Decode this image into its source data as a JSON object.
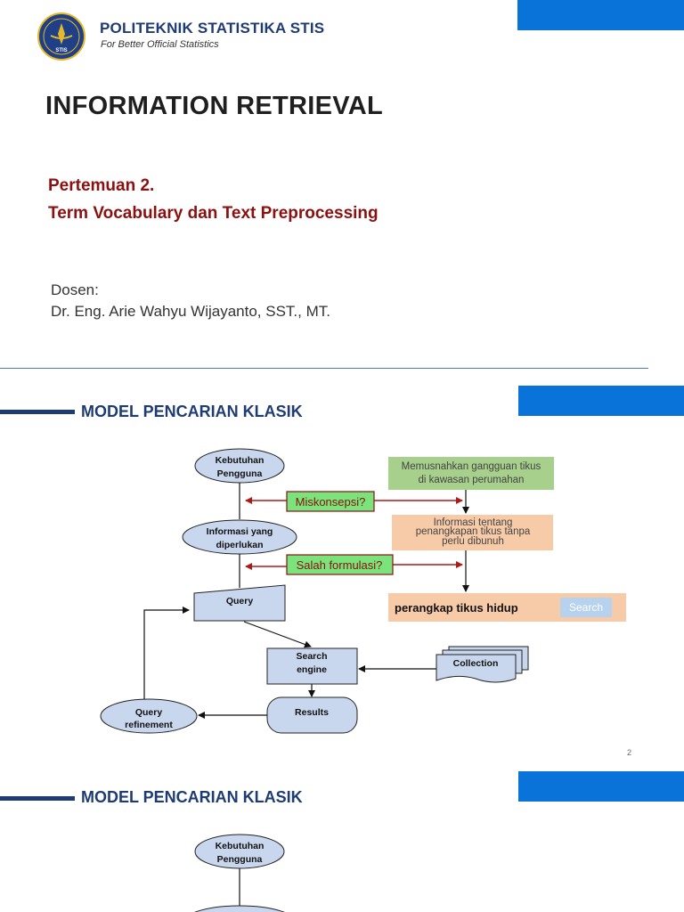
{
  "header": {
    "institution_name": "POLITEKNIK STATISTIKA STIS",
    "tagline": "For Better Official Statistics",
    "logo_text": "STIS"
  },
  "slide1": {
    "title": "INFORMATION RETRIEVAL",
    "subtitle_line1": "Pertemuan 2.",
    "subtitle_line2": "Term Vocabulary dan Text Preprocessing",
    "lecturer_label": "Dosen:",
    "lecturer_name": "Dr. Eng. Arie Wahyu Wijayanto, SST., MT."
  },
  "slide2": {
    "heading": "MODEL PENCARIAN KLASIK",
    "page_number": "2",
    "diagram": {
      "kebutuhan_line1": "Kebutuhan",
      "kebutuhan_line2": "Pengguna",
      "informasi_line1": "Informasi yang",
      "informasi_line2": "diperlukan",
      "query": "Query",
      "search_engine_line1": "Search",
      "search_engine_line2": "engine",
      "results": "Results",
      "collection": "Collection",
      "query_refinement_line1": "Query",
      "query_refinement_line2": "refinement",
      "miskonsepsi": "Miskonsepsi?",
      "salah_formulasi": "Salah formulasi?",
      "example_need_line1": "Memusnahkan gangguan tikus",
      "example_need_line2": "di kawasan perumahan",
      "example_info_line1": "Informasi tentang",
      "example_info_line2": "penangkapan tikus tanpa",
      "example_info_line3": "perlu dibunuh",
      "search_query_text": "perangkap tikus hidup",
      "search_button": "Search"
    }
  },
  "slide3": {
    "heading": "MODEL PENCARIAN KLASIK",
    "kebutuhan_line1": "Kebutuhan",
    "kebutuhan_line2": "Pengguna"
  },
  "colors": {
    "accent_blue": "#0a73d9",
    "navy": "#1f3b73",
    "dark_red": "#8b1010",
    "node_fill": "#c9d7ee",
    "green_box": "#a8d08d",
    "orange_box": "#f8cba8",
    "miskonsepsi_fill": "#7be37b"
  }
}
